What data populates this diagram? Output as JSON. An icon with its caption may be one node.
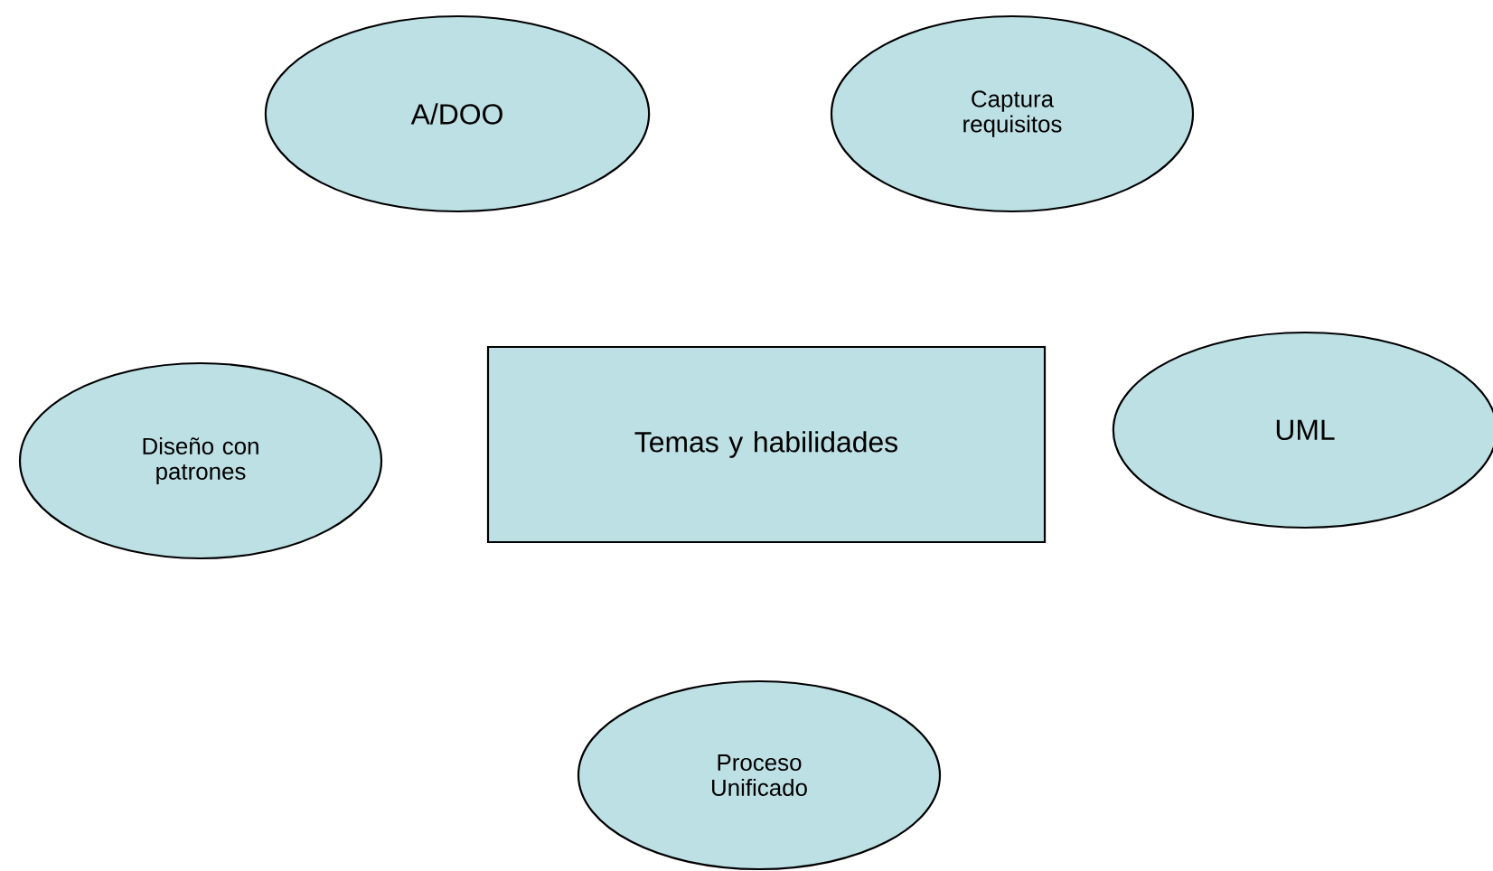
{
  "diagram": {
    "nodes": [
      {
        "text": [
          "A/DOO"
        ]
      },
      {
        "text": [
          "Captura requisitos"
        ]
      },
      {
        "text": [
          "Diseño con patrones"
        ]
      },
      {
        "text": [
          "Temas y habilidades"
        ]
      },
      {
        "text": [
          "UML"
        ]
      },
      {
        "text": [
          "Proceso Unificado"
        ]
      }
    ]
  }
}
